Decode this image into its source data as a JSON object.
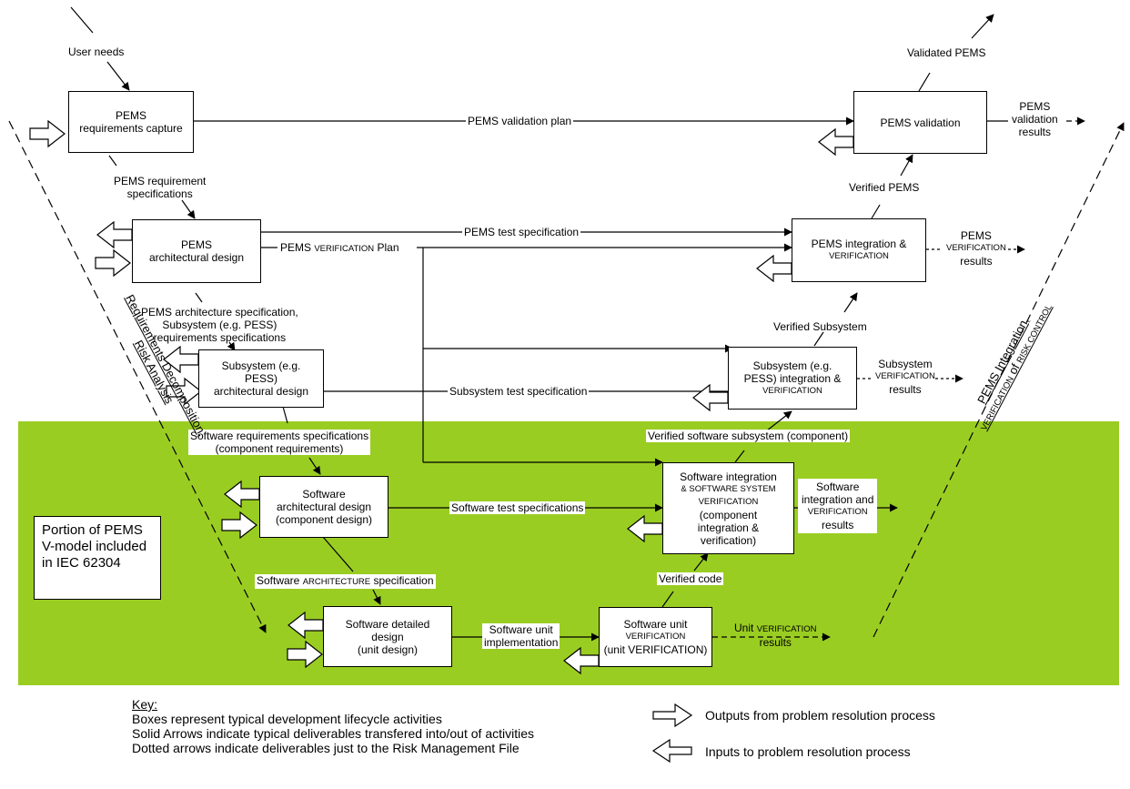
{
  "colors": {
    "green_region": "#9ACD22",
    "line": "#000000",
    "box_fill": "#ffffff"
  },
  "boxes": {
    "pems_req": [
      "PEMS",
      "requirements capture"
    ],
    "pems_arch": [
      "PEMS",
      "architectural design"
    ],
    "subsys_arch": [
      "Subsystem (e.g.",
      "PESS)",
      "architectural design"
    ],
    "sw_arch": [
      "Software",
      "architectural design",
      "(component design)"
    ],
    "sw_detail": [
      "Software detailed",
      "design",
      "(unit design)"
    ],
    "pems_valid": [
      "PEMS validation"
    ],
    "pems_integ": [
      "PEMS integration &",
      "VERIFICATION"
    ],
    "subsys_integ": [
      "Subsystem (e.g.",
      "PESS) integration &",
      "VERIFICATION"
    ],
    "sw_integ": [
      "Software integration",
      "& SOFTWARE SYSTEM",
      "VERIFICATION",
      "(component",
      "integration &",
      "verification)"
    ],
    "sw_unit": [
      "Software unit",
      "VERIFICATION",
      "(unit VERIFICATION)"
    ]
  },
  "labels": {
    "user_needs": "User needs",
    "validated_pems": "Validated PEMS",
    "pems_validation_plan": "PEMS validation plan",
    "pems_validation_results": [
      "PEMS",
      "validation",
      "results"
    ],
    "pems_req_spec": [
      "PEMS requirement",
      "specifications"
    ],
    "verified_pems": "Verified PEMS",
    "pems_test_spec": "PEMS test specification",
    "pems_verif_plan": "PEMS VERIFICATION Plan",
    "pems_verif_results": [
      "PEMS",
      "VERIFICATION",
      "results"
    ],
    "pems_arch_spec": [
      "PEMS architecture specification,",
      "Subsystem (e.g. PESS)",
      "requirements specifications"
    ],
    "verified_subsystem": "Verified Subsystem",
    "subsystem_test_spec": "Subsystem test specification",
    "subsystem_verif_results": [
      "Subsystem",
      "VERIFICATION",
      "results"
    ],
    "sw_req_spec": [
      "Software requirements specifications",
      "(component requirements)"
    ],
    "verified_sw_subsystem": "Verified software subsystem (component)",
    "sw_test_specs": "Software test specifications",
    "sw_integ_results": [
      "Software",
      "integration and",
      "VERIFICATION",
      "results"
    ],
    "sw_arch_spec": "Software ARCHITECTURE specification",
    "verified_code": "Verified code",
    "sw_unit_impl": [
      "Software unit",
      "implementation"
    ],
    "unit_verif_results": [
      "Unit VERIFICATION",
      "results"
    ],
    "left_diag": "Requirements Decomposition, Risk Analysis",
    "right_diag": "PEMS Integration, VERIFICATION of RISK CONTROL"
  },
  "portion_note": [
    "Portion of PEMS",
    "V-model included",
    "in IEC 62304"
  ],
  "key": {
    "title": "Key:",
    "lines": [
      "Boxes represent typical development lifecycle activities",
      "Solid Arrows indicate typical deliverables transfered into/out of activities",
      "Dotted arrows indicate deliverables just to the Risk Management File"
    ]
  },
  "legend": {
    "outputs": "Outputs from problem resolution process",
    "inputs": "Inputs to problem resolution process"
  }
}
